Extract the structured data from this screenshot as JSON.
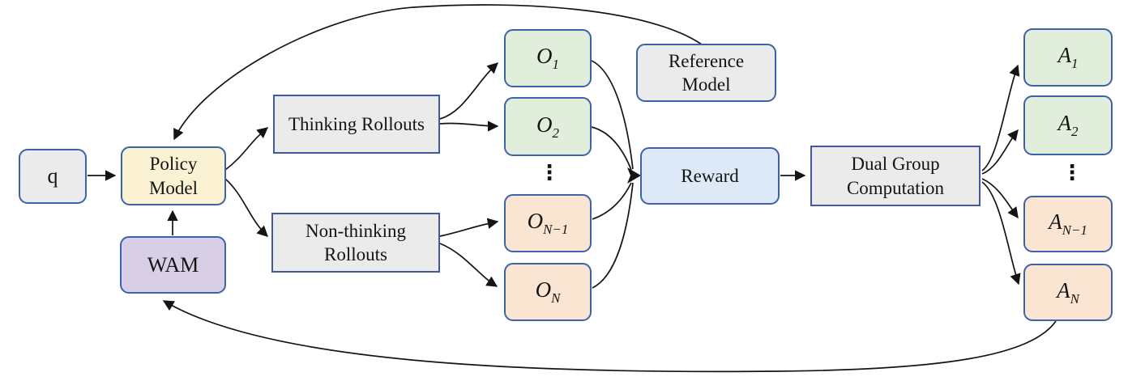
{
  "figure": {
    "description": "Dual-group RL training pipeline diagram with thinking and non-thinking rollouts",
    "ellipsis": "⋮",
    "colors": {
      "background": "#ffffff",
      "box_gray": "#ebebeb",
      "box_yellow": "#fbf1d3",
      "box_purple": "#d8cfe7",
      "box_green": "#e2eedc",
      "box_peach": "#fae5d3",
      "box_blue": "#dde9f6",
      "border_blue": "#3c62a8",
      "line_black": "#141414"
    },
    "nodes": {
      "q": {
        "label": "q"
      },
      "policy_model": {
        "label": "Policy\nModel"
      },
      "wam": {
        "label": "WAM"
      },
      "thinking_rollouts": {
        "label": "Thinking Rollouts"
      },
      "non_thinking_rollouts": {
        "label": "Non-thinking\nRollouts"
      },
      "reference_model": {
        "label": "Reference\nModel"
      },
      "reward": {
        "label": "Reward"
      },
      "dual_group_computation": {
        "label": "Dual Group\nComputation"
      },
      "o1": {
        "base": "O",
        "sub": "1"
      },
      "o2": {
        "base": "O",
        "sub": "2"
      },
      "o_n_minus_1": {
        "base": "O",
        "sub": "N−1"
      },
      "o_n": {
        "base": "O",
        "sub": "N"
      },
      "a1": {
        "base": "A",
        "sub": "1"
      },
      "a2": {
        "base": "A",
        "sub": "2"
      },
      "a_n_minus_1": {
        "base": "A",
        "sub": "N−1"
      },
      "a_n": {
        "base": "A",
        "sub": "N"
      }
    },
    "edges": [
      {
        "from": "q",
        "to": "policy_model"
      },
      {
        "from": "reference_model",
        "to": "policy_model"
      },
      {
        "from": "wam",
        "to": "policy_model"
      },
      {
        "from": "policy_model",
        "to": "thinking_rollouts"
      },
      {
        "from": "policy_model",
        "to": "non_thinking_rollouts"
      },
      {
        "from": "thinking_rollouts",
        "to": "o1"
      },
      {
        "from": "thinking_rollouts",
        "to": "o2"
      },
      {
        "from": "non_thinking_rollouts",
        "to": "o_n_minus_1"
      },
      {
        "from": "non_thinking_rollouts",
        "to": "o_n"
      },
      {
        "from": "o1",
        "to": "reward"
      },
      {
        "from": "o2",
        "to": "reward"
      },
      {
        "from": "o_n_minus_1",
        "to": "reward"
      },
      {
        "from": "o_n",
        "to": "reward"
      },
      {
        "from": "reward",
        "to": "dual_group_computation"
      },
      {
        "from": "dual_group_computation",
        "to": "a1"
      },
      {
        "from": "dual_group_computation",
        "to": "a2"
      },
      {
        "from": "dual_group_computation",
        "to": "a_n_minus_1"
      },
      {
        "from": "dual_group_computation",
        "to": "a_n"
      },
      {
        "from": "a_n",
        "to": "wam"
      }
    ]
  }
}
